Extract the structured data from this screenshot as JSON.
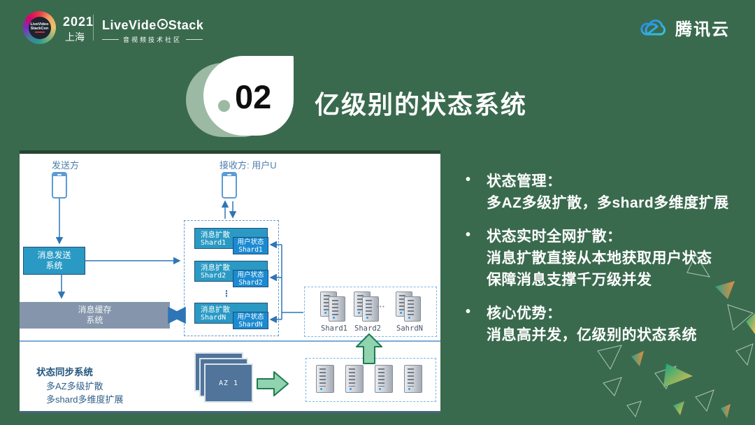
{
  "colors": {
    "background": "#3A6A4E",
    "accent_sage": "#9CB9A4",
    "box_teal": "#2A9AC4",
    "box_blue": "#1B8AD1",
    "box_border": "#1F4E79",
    "cache_gray": "#8596AC",
    "connector_blue": "#2E75B6",
    "dashed_blue": "#5B9BD5",
    "mint_green": "#90D3AE",
    "az_slate": "#50749A"
  },
  "header": {
    "badge_line1": "LiveVideo",
    "badge_line2": "StackCon",
    "event_year": "2021",
    "event_city": "上海",
    "brand_part1": "LiveVide",
    "brand_part2": "Stack",
    "brand_tagline": "音视频技术社区",
    "cloud_brand": "腾讯云"
  },
  "section": {
    "number": "02",
    "title": "亿级别的状态系统"
  },
  "diagram": {
    "sender_label": "发送方",
    "receiver_label": "接收方: 用户U",
    "send_line1": "消息发送",
    "send_line2": "系统",
    "cache_line1": "消息缓存",
    "cache_line2": "系统",
    "spread_ellipsis": "⋮",
    "spread": [
      {
        "title": "消息扩散",
        "shard": "Shard1",
        "status": "用户状态",
        "status_shard": "Shard1"
      },
      {
        "title": "消息扩散",
        "shard": "Shard2",
        "status": "用户状态",
        "status_shard": "Shard2"
      },
      {
        "title": "消息扩散",
        "shard": "ShardN",
        "status": "用户状态",
        "status_shard": "ShardN"
      }
    ],
    "servers_mid": {
      "labels": [
        "Shard1",
        "Shard2",
        "SahrdN"
      ],
      "ellipsis": "···"
    },
    "sync": {
      "title": "状态同步系统",
      "line1": "多AZ多级扩散",
      "line2": "多shard多维度扩展",
      "az_label": "AZ 1"
    }
  },
  "bullets": [
    {
      "marker": "•",
      "title": "状态管理：",
      "line1": "多AZ多级扩散，多shard多维度扩展"
    },
    {
      "marker": "•",
      "title": "状态实时全网扩散：",
      "line1": "消息扩散直接从本地获取用户状态",
      "line2": "保障消息支撑千万级并发"
    },
    {
      "marker": "•",
      "title": "核心优势：",
      "line1": "消息高并发，亿级别的状态系统"
    }
  ]
}
